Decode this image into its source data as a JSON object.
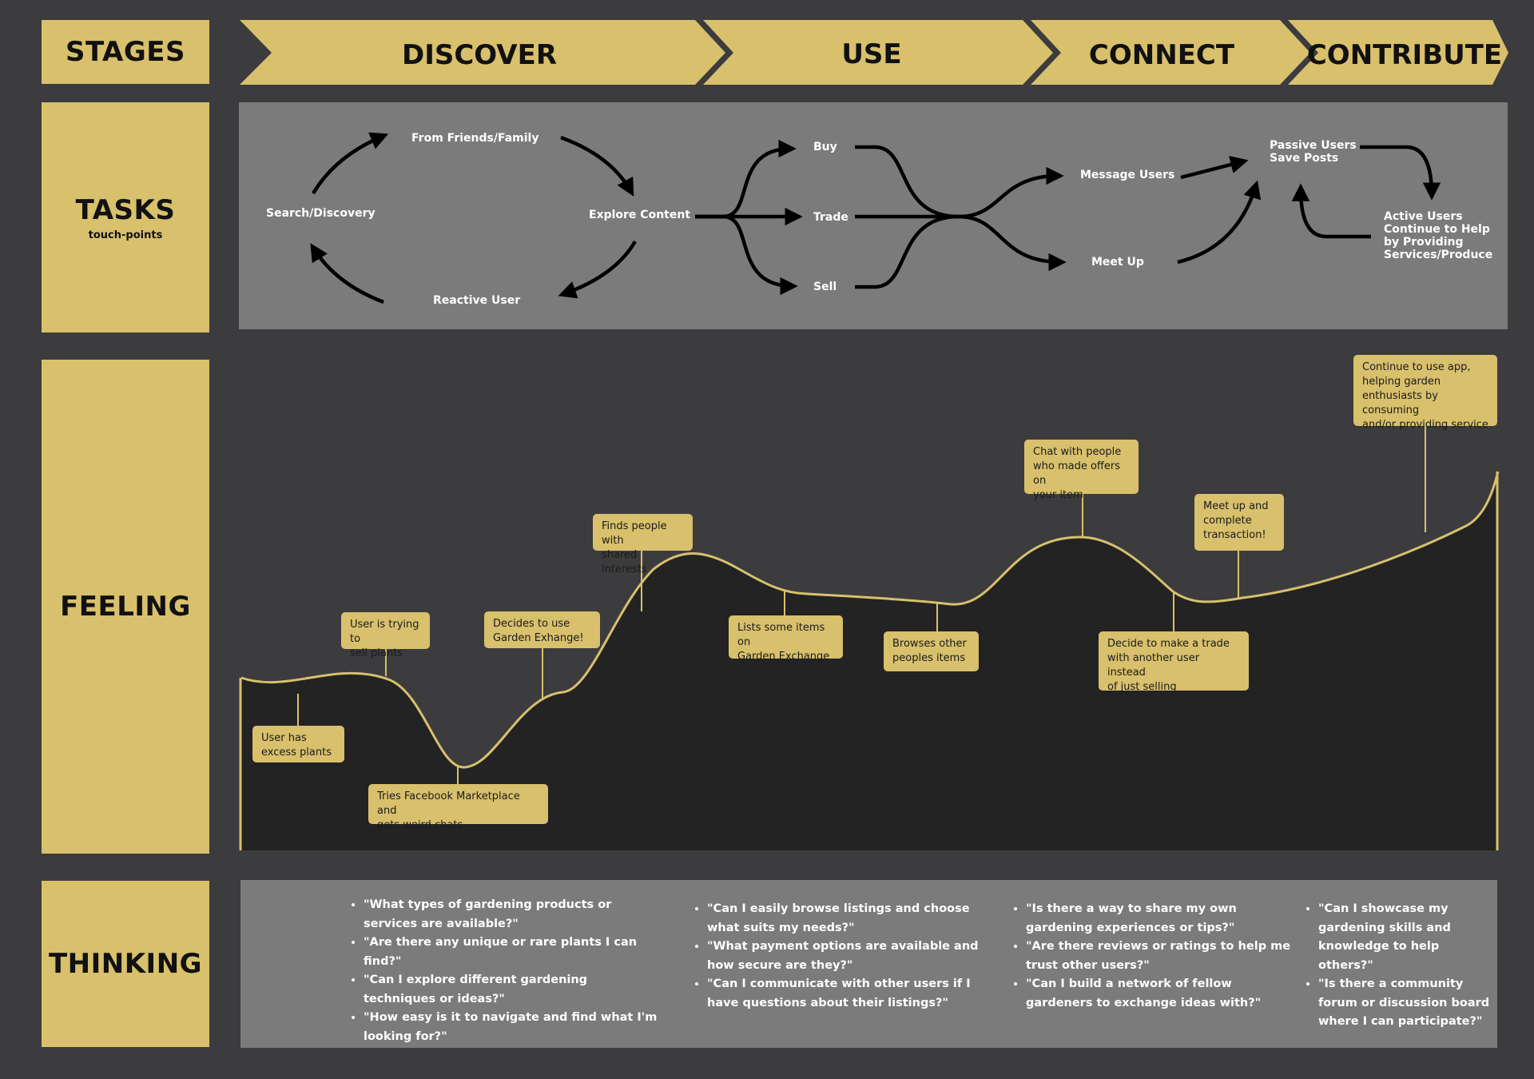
{
  "rows": {
    "stages": "STAGES",
    "tasks": "TASKS",
    "tasks_sub": "touch-points",
    "feeling": "FEELING",
    "thinking": "THINKING"
  },
  "stages": [
    "DISCOVER",
    "USE",
    "CONNECT",
    "CONTRIBUTE"
  ],
  "tasks": {
    "search_discovery": "Search/Discovery",
    "from_friends": "From Friends/Family",
    "explore_content": "Explore Content",
    "reactive_user": "Reactive User",
    "buy": "Buy",
    "trade": "Trade",
    "sell": "Sell",
    "message_users": "Message Users",
    "meet_up": "Meet Up",
    "passive_users": [
      "Passive Users",
      "Save Posts"
    ],
    "active_users": [
      "Active Users",
      "Continue to Help",
      "by Providing",
      "Services/Produce"
    ]
  },
  "feeling_notes": [
    "User has\nexcess plants",
    "User is trying to\nsell plants",
    "Tries Facebook Marketplace and\ngets weird chats",
    "Decides to use\nGarden Exhange!",
    "Finds people with\nshared interests",
    "Lists some items on\nGarden Exchange",
    "Browses other\npeoples items",
    "Chat with people\nwho made offers on\nyour item",
    "Decide to make a trade\nwith another user instead\nof just selling",
    "Meet up and\ncomplete\ntransaction!",
    "Continue to use app,\nhelping garden\nenthusiasts by consuming\nand/or providing service"
  ],
  "thinking": [
    [
      "\"What types of gardening products or services are available?\"",
      "\"Are there any unique or rare plants I can find?\"",
      "\"Can I explore different gardening techniques or ideas?\"",
      "\"How easy is it to navigate and find what I'm looking for?\""
    ],
    [
      "\"Can I easily browse listings and choose what suits my needs?\"",
      "\"What payment options are available and how secure are they?\"",
      "\"Can I communicate with other users if I have questions about their listings?\""
    ],
    [
      "\"Is there a way to share my own gardening experiences or tips?\"",
      "\"Are there reviews or ratings to help me trust other users?\"",
      "\"Can I build a network of fellow gardeners to exchange ideas with?\""
    ],
    [
      "\"Can I showcase my gardening skills and knowledge to help others?\"",
      "\"Is there a community forum or discussion board where I can participate?\""
    ]
  ],
  "colors": {
    "background": "#3c3c3e",
    "accent": "#d8c06c",
    "panel": "#7b7b7b",
    "curve_fill": "#232323"
  }
}
